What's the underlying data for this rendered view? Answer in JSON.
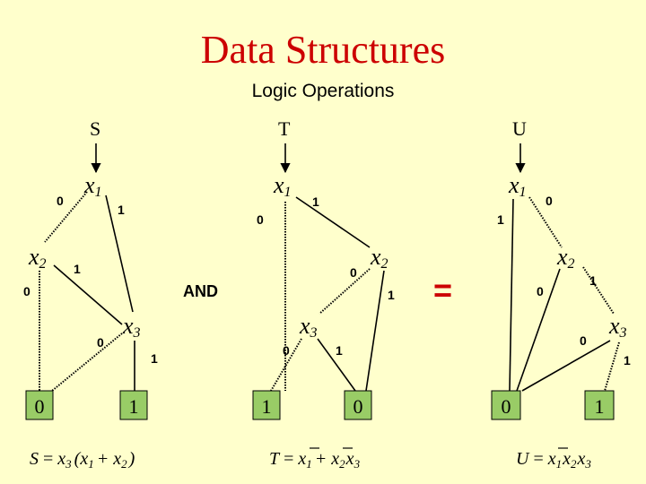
{
  "title": "Data Structures",
  "subtitle": "Logic Operations",
  "operator": "AND",
  "equals": "=",
  "diagrams": [
    {
      "id": "S",
      "root": "S",
      "nodes": [
        {
          "id": "x1",
          "var": "x",
          "sub": "1"
        },
        {
          "id": "x2",
          "var": "x",
          "sub": "2"
        },
        {
          "id": "x3",
          "var": "x",
          "sub": "3"
        }
      ],
      "terminals": [
        {
          "id": "t0",
          "value": "0"
        },
        {
          "id": "t1",
          "value": "1"
        }
      ],
      "edge_labels": [
        {
          "id": "e1",
          "text": "0"
        },
        {
          "id": "e2",
          "text": "1"
        },
        {
          "id": "e3",
          "text": "1"
        },
        {
          "id": "e4",
          "text": "0"
        },
        {
          "id": "e5",
          "text": "0"
        },
        {
          "id": "e6",
          "text": "1"
        }
      ],
      "formula": {
        "lhs": "S",
        "eq": "=",
        "a": "x",
        "as": "3",
        "b": "(x",
        "bs": "1",
        "c": "+ x",
        "cs": "2",
        "d": ")"
      }
    },
    {
      "id": "T",
      "root": "T",
      "nodes": [
        {
          "id": "x1",
          "var": "x",
          "sub": "1"
        },
        {
          "id": "x2",
          "var": "x",
          "sub": "2"
        },
        {
          "id": "x3",
          "var": "x",
          "sub": "3"
        }
      ],
      "terminals": [
        {
          "id": "t1",
          "value": "1"
        },
        {
          "id": "t0",
          "value": "0"
        }
      ],
      "edge_labels": [
        {
          "id": "e1",
          "text": "1"
        },
        {
          "id": "e2",
          "text": "0"
        },
        {
          "id": "e3",
          "text": "0"
        },
        {
          "id": "e4",
          "text": "1"
        },
        {
          "id": "e5",
          "text": "0"
        },
        {
          "id": "e6",
          "text": "1"
        }
      ],
      "formula": {
        "lhs": "T",
        "eq": "=",
        "a": "x",
        "as": "1",
        "b": "+ x",
        "bs": "2",
        "c": "x",
        "cs": "3"
      }
    },
    {
      "id": "U",
      "root": "U",
      "nodes": [
        {
          "id": "x1",
          "var": "x",
          "sub": "1"
        },
        {
          "id": "x2",
          "var": "x",
          "sub": "2"
        },
        {
          "id": "x3",
          "var": "x",
          "sub": "3"
        }
      ],
      "terminals": [
        {
          "id": "t0",
          "value": "0"
        },
        {
          "id": "t1",
          "value": "1"
        }
      ],
      "edge_labels": [
        {
          "id": "e1",
          "text": "0"
        },
        {
          "id": "e2",
          "text": "1"
        },
        {
          "id": "e3",
          "text": "0"
        },
        {
          "id": "e4",
          "text": "1"
        },
        {
          "id": "e5",
          "text": "0"
        },
        {
          "id": "e6",
          "text": "1"
        }
      ],
      "formula": {
        "lhs": "U",
        "eq": "=",
        "a": "x",
        "as": "1",
        "b": "x",
        "bs": "2",
        "c": "x",
        "cs": "3"
      }
    }
  ]
}
